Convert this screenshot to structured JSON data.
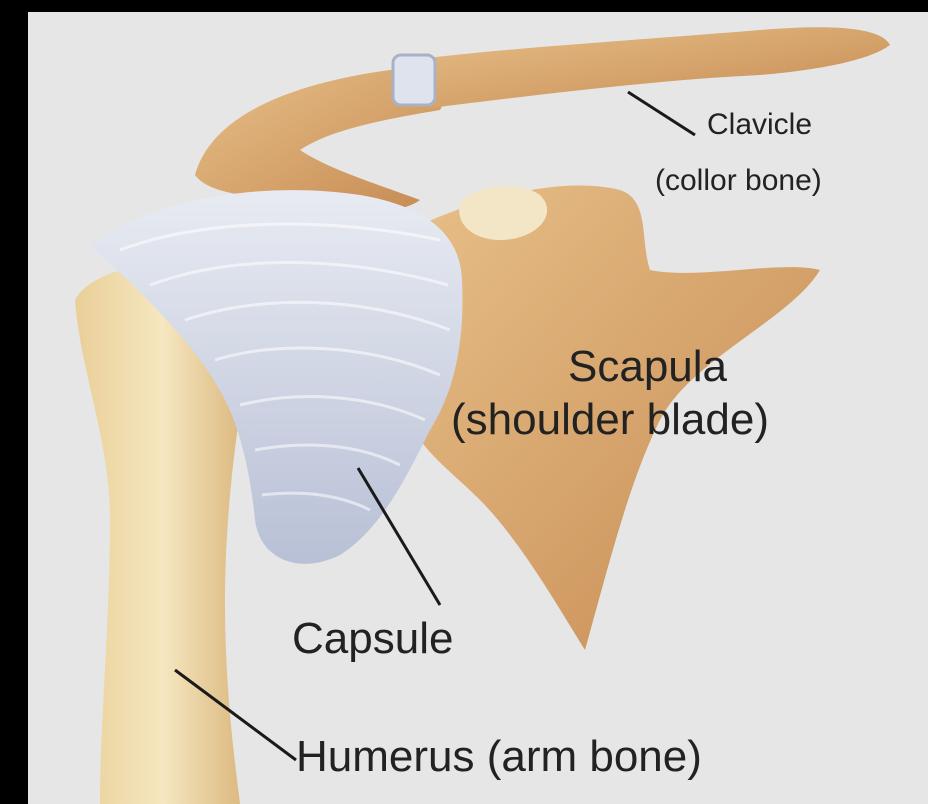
{
  "labels": {
    "clavicle": "Clavicle",
    "clavicle_sub": "(collor bone)",
    "scapula": "Scapula",
    "scapula_sub": "(shoulder blade)",
    "capsule": "Capsule",
    "humerus": "Humerus (arm bone)"
  },
  "colors": {
    "background": "#e6e6e6",
    "frame": "#000000",
    "bone": "#d4a06a",
    "bone_light": "#f0dcae",
    "capsule": "#c9cfe0",
    "leader_line": "#1a1a1a"
  }
}
